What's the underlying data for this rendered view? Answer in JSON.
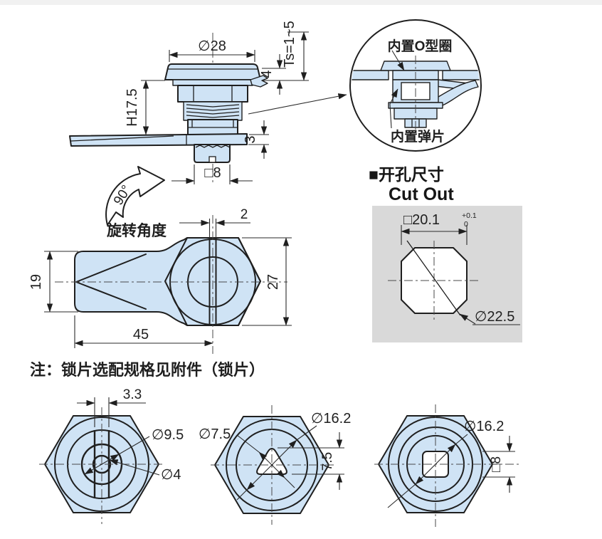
{
  "colors": {
    "part_fill": "#cfe3f5",
    "panel_gray": "#d9d9d9",
    "line": "#1f1f1f",
    "top_strip": "#f1f1f1"
  },
  "side": {
    "dia": "∅28",
    "cap_h": "4",
    "ts": "Ts=1~5",
    "h": "H17.5",
    "gap": "3",
    "sq": "□8"
  },
  "detail": {
    "oring": "内置O型圈",
    "spring": "内置弹片"
  },
  "cutout": {
    "title": "■开孔尺寸",
    "subtitle": "Cut Out",
    "sq": "□20.1",
    "tol_top": "+0.1",
    "tol_bot": "0",
    "dia": "∅22.5"
  },
  "rot": {
    "angle": "90°",
    "label": "旋转角度"
  },
  "front": {
    "slot": "2",
    "lever": "19",
    "head": "27",
    "len": "45"
  },
  "note": {
    "text": "注：锁片选配规格见附件（锁片）"
  },
  "head1": {
    "slot": "3.3",
    "d1": "∅9.5",
    "d2": "∅4"
  },
  "head2": {
    "d1": "∅7.5",
    "d2": "∅16.2",
    "h": "7.5"
  },
  "head3": {
    "d1": "∅16.2",
    "sq": "□8"
  }
}
